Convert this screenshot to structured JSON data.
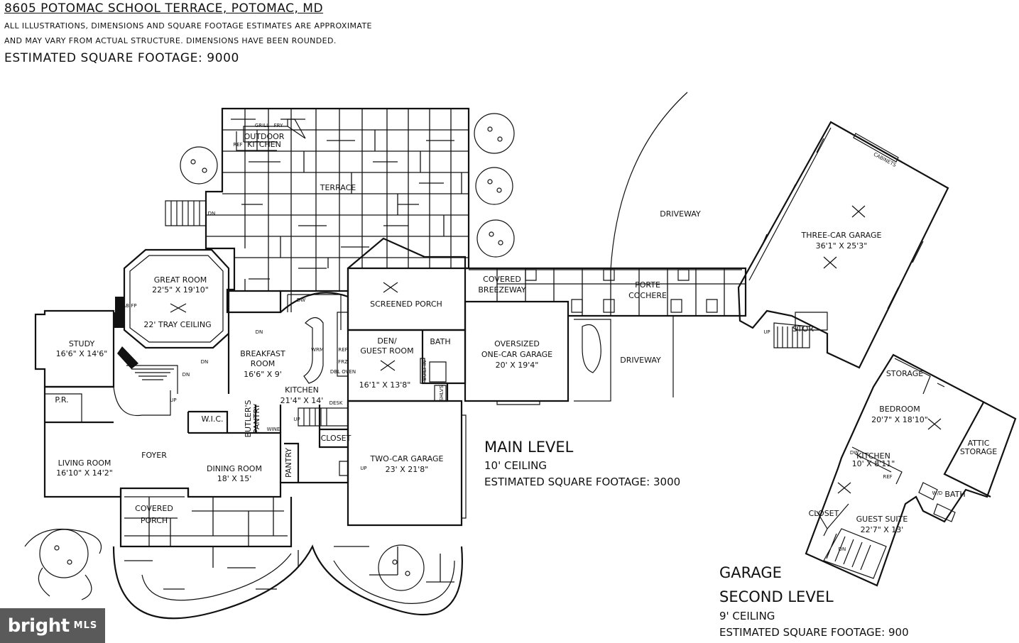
{
  "header": {
    "address": "8605 POTOMAC SCHOOL TERRACE, POTOMAC, MD",
    "disclaimer_line1": "ALL ILLUSTRATIONS, DIMENSIONS AND SQUARE FOOTAGE ESTIMATES ARE APPROXIMATE",
    "disclaimer_line2": "AND MAY VARY FROM ACTUAL STRUCTURE. DIMENSIONS HAVE BEEN ROUNDED.",
    "total_sqft": "ESTIMATED SQUARE FOOTAGE: 9000"
  },
  "rooms": {
    "terrace": "TERRACE",
    "outdoor_kitchen": [
      "OUTDOOR",
      "KITCHEN"
    ],
    "grill": "GRILL",
    "fry": "FRY",
    "ref": "REF",
    "great_room": [
      "GREAT ROOM",
      "22'5\" X 19'10\"",
      "22' TRAY CEILING"
    ],
    "study": [
      "STUDY",
      "16'6\" X 14'6\""
    ],
    "breakfast": [
      "BREAKFAST",
      "ROOM",
      "16'6\" X 9'"
    ],
    "kitchen": [
      "KITCHEN",
      "21'4\" X 14'"
    ],
    "screened_porch": "SCREENED PORCH",
    "den": [
      "DEN/",
      "GUEST ROOM",
      "16'1\" X 13'8\""
    ],
    "bath": "BATH",
    "covered_breezeway": [
      "COVERED",
      "BREEZEWAY"
    ],
    "porte_cochere": [
      "PORTE",
      "COCHERE"
    ],
    "oversized_garage": [
      "OVERSIZED",
      "ONE-CAR GARAGE",
      "20' X 19'4\""
    ],
    "driveway": "DRIVEWAY",
    "three_car_garage": [
      "THREE-CAR GARAGE",
      "36'1\" X 25'3\""
    ],
    "cabinets": "CABINETS",
    "stor": "STOR",
    "pr": "P.R.",
    "living_room": [
      "LIVING ROOM",
      "16'10\" X 14'2\""
    ],
    "foyer": "FOYER",
    "wic": "W.I.C.",
    "butlers_pantry": [
      "BUTLER'S",
      "PANTRY"
    ],
    "wine": "WINE",
    "closet": "CLOSET",
    "pantry": "PANTRY",
    "dining_room": [
      "DINING ROOM",
      "18' X 15'"
    ],
    "two_car_garage": [
      "TWO-CAR GARAGE",
      "23' X 21'8\""
    ],
    "covered_porch": [
      "COVERED",
      "PORCH"
    ],
    "desk": "DESK",
    "dn": "DN",
    "up": "UP",
    "cab_fp": "CAB FP",
    "wrm": "WRM",
    "frz": "FRZ",
    "dbl_oven": "DBL OVEN",
    "dw": "DW",
    "built_in": "BUILT-IN",
    "shlvs": "SHLVS",
    "storage": "STORAGE",
    "bedroom": [
      "BEDROOM",
      "20'7\" X 18'10\""
    ],
    "attic_storage": [
      "ATTIC",
      "STORAGE"
    ],
    "kitchen2": [
      "KITCHEN",
      "10' X 8'11\""
    ],
    "guest_suite": [
      "GUEST SUITE",
      "22'7\" X 13'"
    ],
    "wd": "W/D"
  },
  "main_level": {
    "title": "MAIN LEVEL",
    "ceiling": "10' CEILING",
    "sqft": "ESTIMATED SQUARE FOOTAGE: 3000"
  },
  "garage_second": {
    "title1": "GARAGE",
    "title2": "SECOND LEVEL",
    "ceiling": "9' CEILING",
    "sqft": "ESTIMATED SQUARE FOOTAGE: 900"
  },
  "logo": {
    "brand": "bright",
    "mls": "MLS"
  }
}
